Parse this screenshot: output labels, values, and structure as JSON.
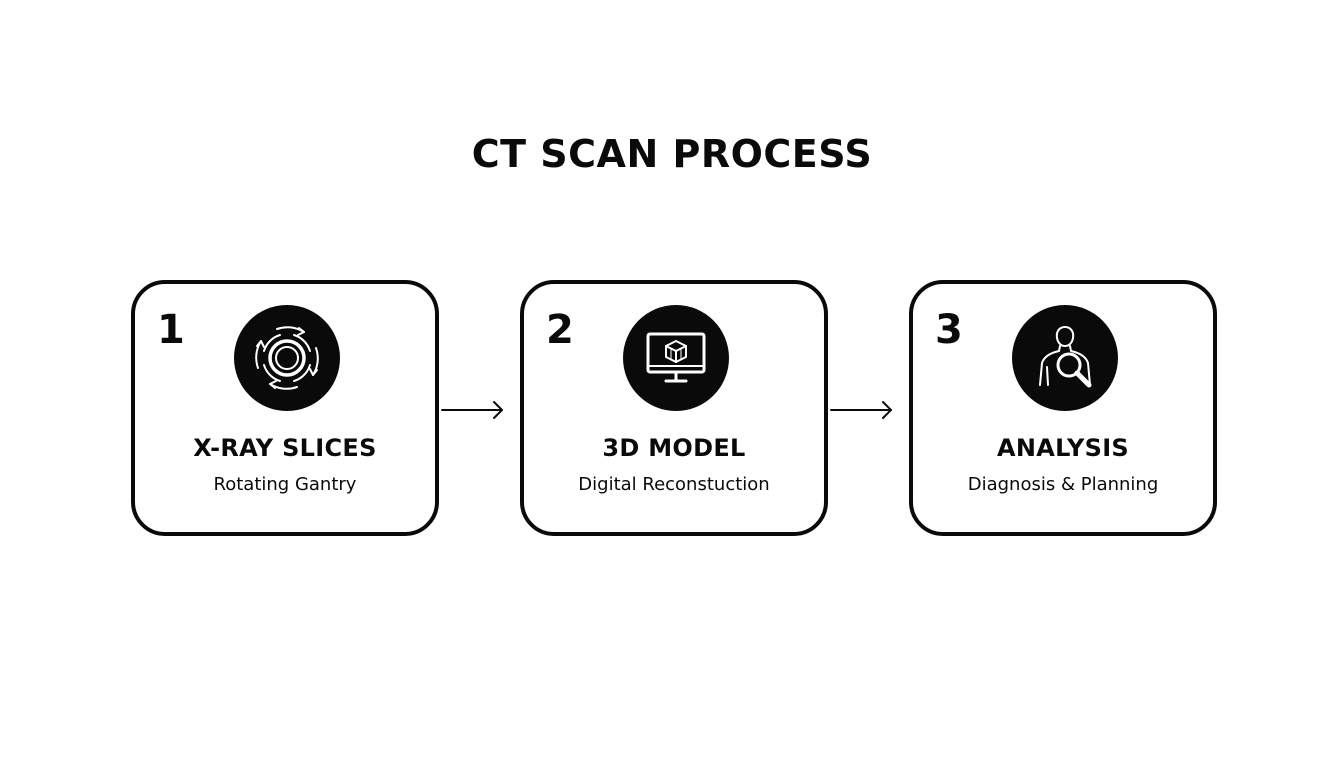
{
  "title": "CT SCAN PROCESS",
  "steps": [
    {
      "number": "1",
      "title": "X-RAY SLICES",
      "subtitle": "Rotating Gantry",
      "icon": "rotating-gantry-icon"
    },
    {
      "number": "2",
      "title": "3D MODEL",
      "subtitle": "Digital Reconstuction",
      "icon": "monitor-cube-icon"
    },
    {
      "number": "3",
      "title": "ANALYSIS",
      "subtitle": "Diagnosis & Planning",
      "icon": "body-magnifier-icon"
    }
  ],
  "colors": {
    "foreground": "#0a0a0a",
    "background": "#ffffff"
  }
}
